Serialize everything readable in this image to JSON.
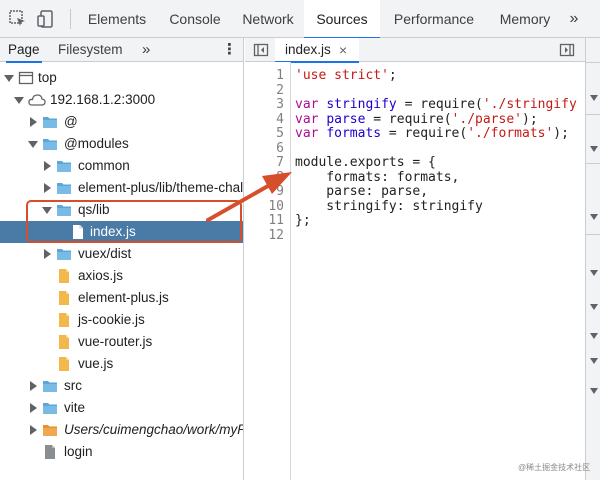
{
  "toolbar": {
    "icons": [
      "inspect-element-icon",
      "device-toolbar-icon",
      "more-tabs-icon"
    ],
    "tabs": [
      {
        "label": "Elements",
        "active": false
      },
      {
        "label": "Console",
        "active": false
      },
      {
        "label": "Network",
        "active": false
      },
      {
        "label": "Sources",
        "active": true
      },
      {
        "label": "Performance",
        "active": false
      },
      {
        "label": "Memory",
        "active": false
      }
    ],
    "overflow": "»"
  },
  "sidebar": {
    "tabs": [
      {
        "label": "Page",
        "active": true
      },
      {
        "label": "Filesystem",
        "active": false
      }
    ],
    "overflow": "»",
    "menu": "⋮",
    "tree": [
      {
        "label": "top",
        "icon": "frame-icon",
        "expanded": true
      },
      {
        "label": "192.168.1.2:3000",
        "icon": "cloud-icon",
        "expanded": true
      },
      {
        "label": "@",
        "icon": "folder-icon",
        "expanded": false
      },
      {
        "label": "@modules",
        "icon": "folder-icon",
        "expanded": true
      },
      {
        "label": "common",
        "icon": "folder-icon",
        "expanded": false
      },
      {
        "label": "element-plus/lib/theme-chal",
        "icon": "folder-icon",
        "expanded": false
      },
      {
        "label": "qs/lib",
        "icon": "folder-icon",
        "expanded": true
      },
      {
        "label": "index.js",
        "icon": "file-icon",
        "selected": true
      },
      {
        "label": "vuex/dist",
        "icon": "folder-icon",
        "expanded": false
      },
      {
        "label": "axios.js",
        "icon": "js-file-icon"
      },
      {
        "label": "element-plus.js",
        "icon": "js-file-icon"
      },
      {
        "label": "js-cookie.js",
        "icon": "js-file-icon"
      },
      {
        "label": "vue-router.js",
        "icon": "js-file-icon"
      },
      {
        "label": "vue.js",
        "icon": "js-file-icon"
      },
      {
        "label": "src",
        "icon": "folder-icon",
        "expanded": false
      },
      {
        "label": "vite",
        "icon": "folder-icon",
        "expanded": false
      },
      {
        "label": "Users/cuimengchao/work/myP",
        "icon": "orange-folder-icon",
        "expanded": false
      },
      {
        "label": "login",
        "icon": "doc-file-icon"
      }
    ]
  },
  "editor": {
    "file_tab": "index.js",
    "close": "×",
    "line_numbers": [
      "1",
      "2",
      "3",
      "4",
      "5",
      "6",
      "7",
      "8",
      "9",
      "10",
      "11",
      "12"
    ],
    "lines": [
      "'use strict';",
      "",
      "var stringify = require('./stringify",
      "var parse = require('./parse');",
      "var formats = require('./formats');",
      "",
      "module.exports = {",
      "    formats: formats,",
      "    parse: parse,",
      "    stringify: stringify",
      "};",
      ""
    ]
  },
  "colors": {
    "accent": "#1a73e8",
    "selection": "#4a7ba6",
    "annotation": "#d54f2b",
    "folder": "#5aa7d8",
    "js_file": "#f2b84b"
  },
  "watermark": "@稀土掘金技术社区"
}
